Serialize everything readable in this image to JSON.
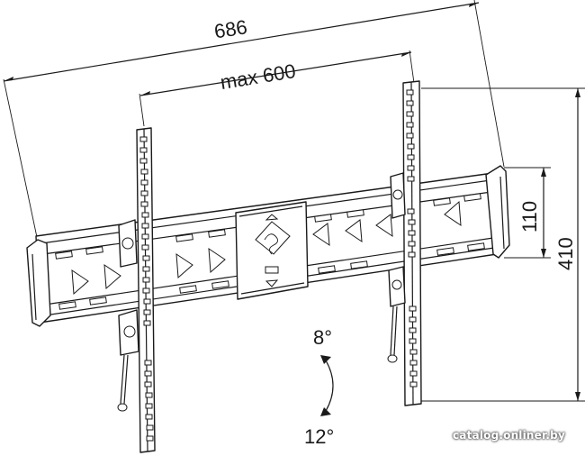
{
  "dimensions": {
    "overall_width": "686",
    "max_spacing": "max 600",
    "rail_height": "110",
    "total_height": "410"
  },
  "tilt": {
    "up": "8°",
    "down": "12°"
  },
  "watermark": "catalog.onliner.by"
}
